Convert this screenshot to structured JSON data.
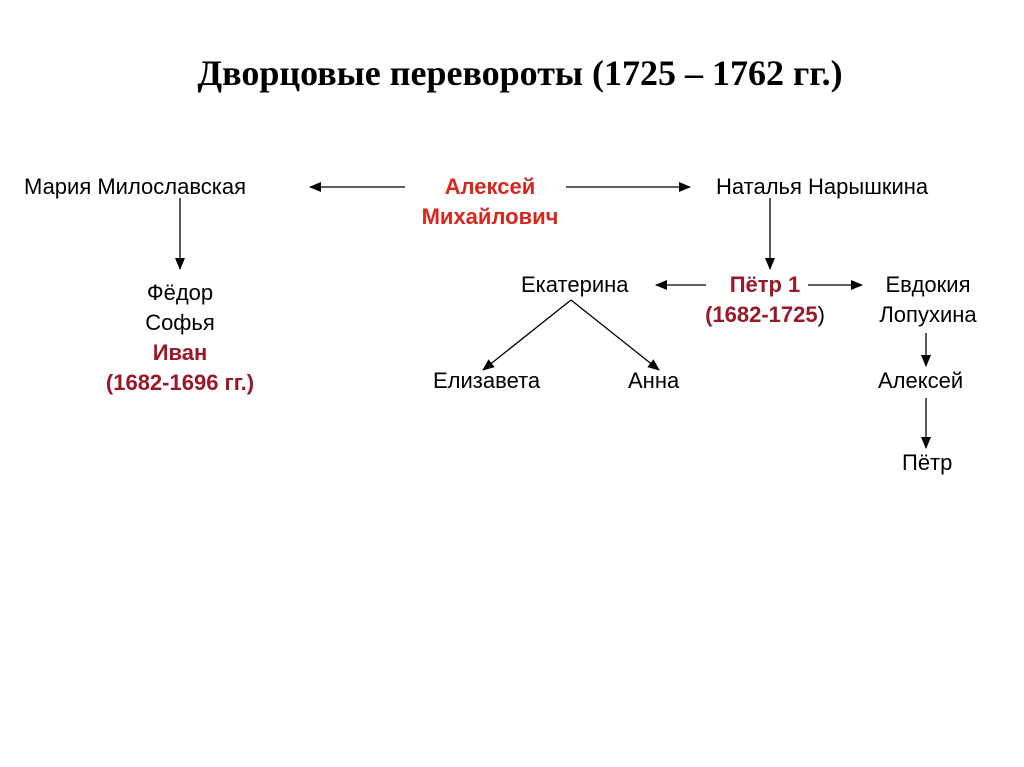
{
  "title": "Дворцовые перевороты (1725 – 1762 гг.)",
  "colors": {
    "highlight": "#d9261c",
    "highlight_dark": "#99182a",
    "text": "#000000"
  },
  "nodes": {
    "maria": "Мария Милославская",
    "aleksei_m_line1": "Алексей",
    "aleksei_m_line2": "Михайлович",
    "natalia": "Наталья Нарышкина",
    "fedor": "Фёдор",
    "sofia": "Софья",
    "ivan": "Иван",
    "ivan_years": "(1682-1696 гг.)",
    "ekaterina": "Екатерина",
    "petr1": "Пётр 1",
    "petr1_years": "(1682-1725",
    "petr1_years_close": ")",
    "evdokia_line1": "Евдокия",
    "evdokia_line2": "Лопухина",
    "elizaveta": "Елизавета",
    "anna": "Анна",
    "aleksei": "Алексей",
    "petr": "Пётр"
  }
}
